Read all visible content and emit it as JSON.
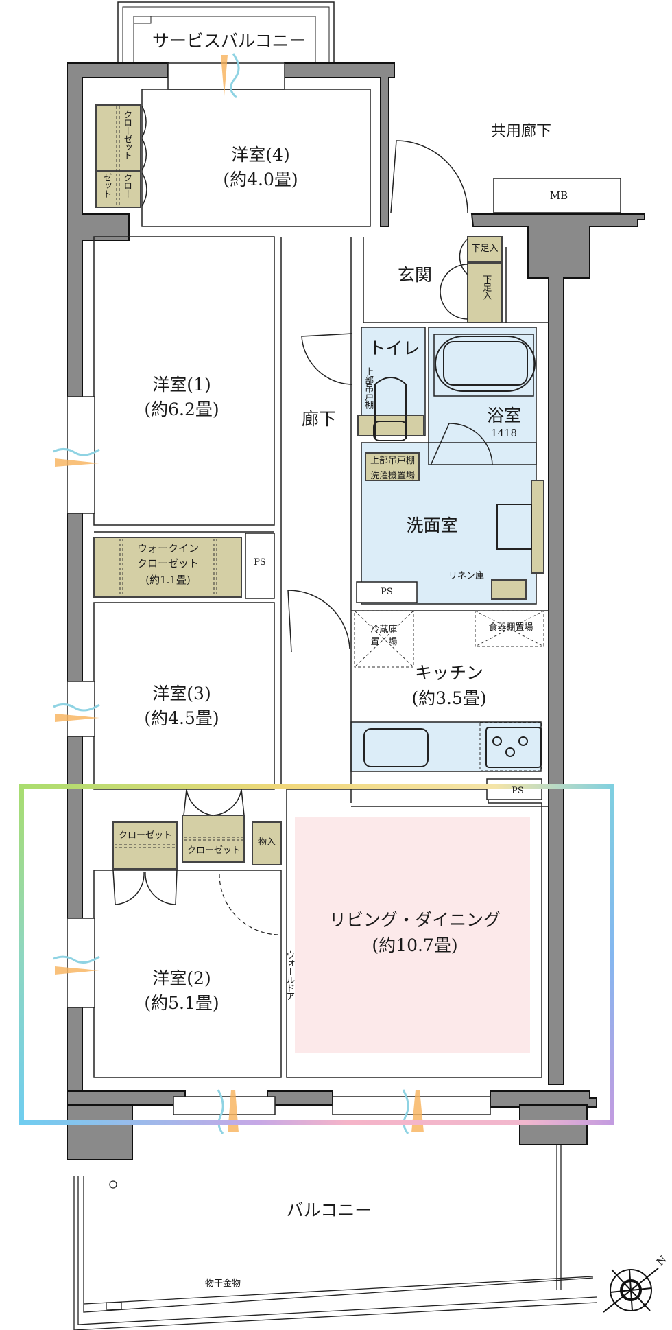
{
  "plan": {
    "colors": {
      "wall": "#8a8a8a",
      "storage": "#d4cfa5",
      "wet_area": "#dcedf8",
      "living_highlight": "#fce9ea",
      "wind_arrow": "#8fd3e3",
      "light_arrow": "#f7b15a",
      "frame_gradient": [
        "#a9dd6e",
        "#f1d77a",
        "#7fd0e0",
        "#84b7f0",
        "#c39be0",
        "#f5b4c8"
      ]
    },
    "exterior": {
      "service_balcony": "サービスバルコニー",
      "common_corridor": "共用廊下",
      "mb": "MB",
      "balcony": "バルコニー",
      "drying_hardware": "物干金物",
      "north_mark": "N"
    },
    "rooms": {
      "western4": {
        "name": "洋室(4)",
        "size": "(約4.0畳)"
      },
      "western1": {
        "name": "洋室(1)",
        "size": "(約6.2畳)"
      },
      "western3": {
        "name": "洋室(3)",
        "size": "(約4.5畳)"
      },
      "western2": {
        "name": "洋室(2)",
        "size": "(約5.1畳)"
      },
      "entrance": {
        "name": "玄関"
      },
      "hallway": {
        "name": "廊下"
      },
      "toilet": {
        "name": "トイレ"
      },
      "bathroom": {
        "name": "浴室",
        "code": "1418"
      },
      "washroom": {
        "name": "洗面室"
      },
      "kitchen": {
        "name": "キッチン",
        "size": "(約3.5畳)"
      },
      "living": {
        "name": "リビング・ダイニング",
        "size": "(約10.7畳)"
      }
    },
    "storage": {
      "closet_w4_upper": "クローゼット",
      "closet_w4_lower_a": "クロー",
      "closet_w4_lower_b": "ゼット",
      "wic_line1": "ウォークイン",
      "wic_line2": "クローゼット",
      "wic_size": "(約1.1畳)",
      "closet_w2": "クローゼット",
      "closet_w3": "クローゼット",
      "storage_mono": "物入",
      "shoe_upper": "下足入",
      "shoe_lower": "下足入",
      "toilet_shelf": "上部吊戸棚",
      "wash_shelf": "上部吊戸棚",
      "washer_space": "洗濯機置場",
      "linen": "リネン庫",
      "fridge_line1": "冷蔵庫",
      "fridge_line2": "置　場",
      "cupboard_space": "食器棚置場",
      "wall_door": "ウォールドア"
    },
    "shafts": {
      "ps_upper": "PS",
      "ps_kitchen": "PS",
      "ps_living": "PS"
    }
  }
}
